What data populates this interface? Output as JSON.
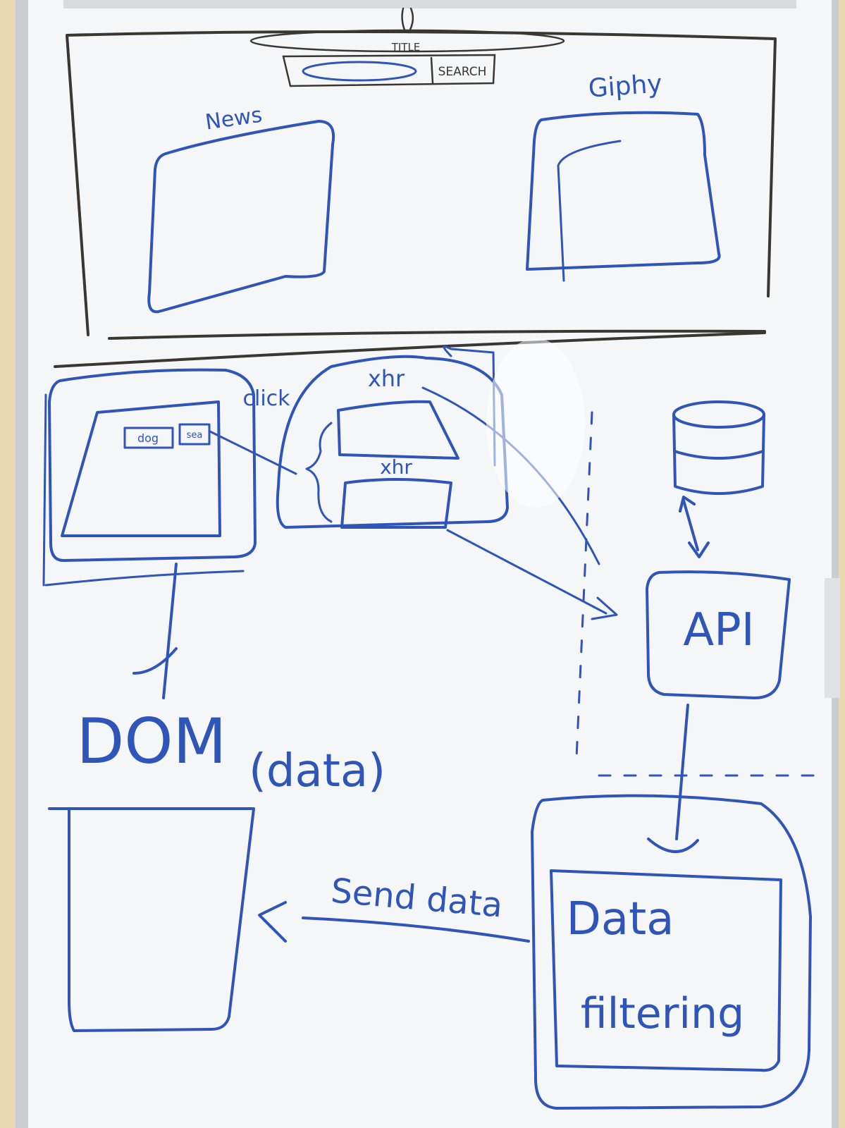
{
  "wireframe": {
    "title": "TITLE",
    "search_label": "SEARCH",
    "panel_left_label": "News",
    "panel_right_label": "Giphy"
  },
  "flow": {
    "click_label": "click",
    "xhr_top_label": "xhr",
    "xhr_bottom_label": "xhr",
    "mini_input_label": "dog",
    "mini_button_label": "sea",
    "api_label": "API",
    "dom_label": "DOM",
    "dom_sub_label": "(data)",
    "send_label": "Send data",
    "filter_label_line1": "Data",
    "filter_label_line2": "filtering"
  },
  "colors": {
    "marker_blue": "#2f55b8",
    "marker_black": "#3a3632",
    "board": "#f4f6f8",
    "wall": "#e7d8b0",
    "frame": "#c9ccd0"
  }
}
